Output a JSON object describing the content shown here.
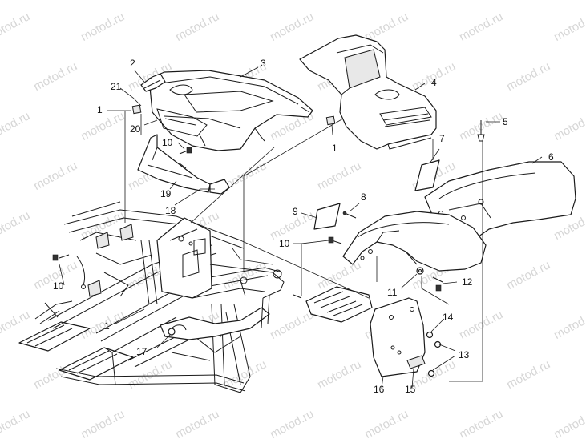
{
  "watermark": {
    "text": "motod.ru",
    "color": "#d6d6d6"
  },
  "callouts": [
    {
      "id": "1a",
      "text": "1"
    },
    {
      "id": "2",
      "text": "2"
    },
    {
      "id": "21",
      "text": "21"
    },
    {
      "id": "3",
      "text": "3"
    },
    {
      "id": "4",
      "text": "4"
    },
    {
      "id": "20",
      "text": "20"
    },
    {
      "id": "10a",
      "text": "10"
    },
    {
      "id": "1b",
      "text": "1"
    },
    {
      "id": "5",
      "text": "5"
    },
    {
      "id": "7",
      "text": "7"
    },
    {
      "id": "6",
      "text": "6"
    },
    {
      "id": "19",
      "text": "19"
    },
    {
      "id": "18",
      "text": "18"
    },
    {
      "id": "9",
      "text": "9"
    },
    {
      "id": "8",
      "text": "8"
    },
    {
      "id": "10b",
      "text": "10"
    },
    {
      "id": "10c",
      "text": "10"
    },
    {
      "id": "11",
      "text": "11"
    },
    {
      "id": "12",
      "text": "12"
    },
    {
      "id": "1c",
      "text": "1"
    },
    {
      "id": "14",
      "text": "14"
    },
    {
      "id": "17",
      "text": "17"
    },
    {
      "id": "13",
      "text": "13"
    },
    {
      "id": "16",
      "text": "16"
    },
    {
      "id": "15",
      "text": "15"
    }
  ]
}
